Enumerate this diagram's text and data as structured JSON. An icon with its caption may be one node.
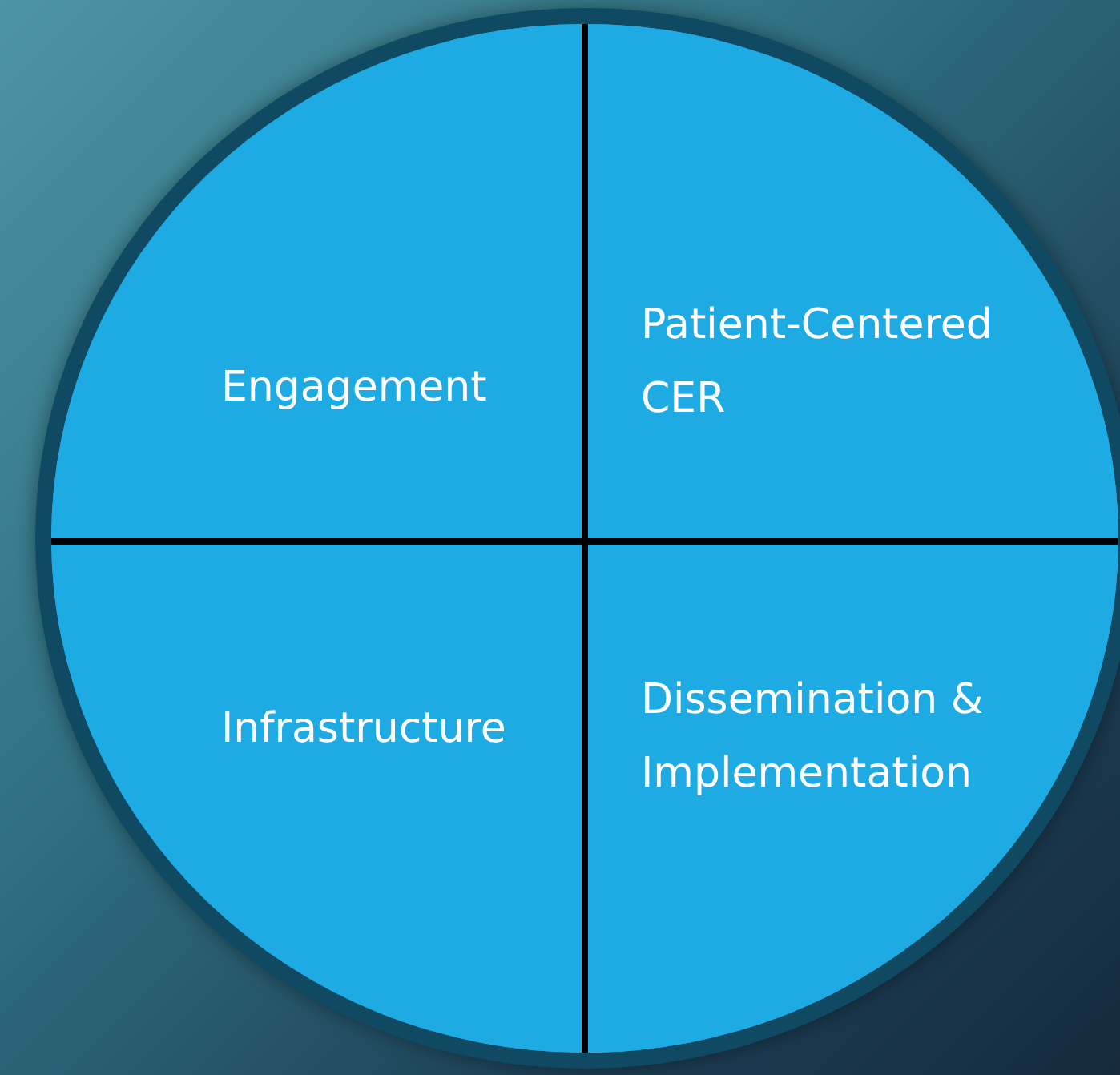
{
  "diagram": {
    "nodes": [
      {
        "text": [],
        "shape": "circle"
      },
      {
        "text": [
          "Engagement"
        ],
        "in": 0
      },
      {
        "text": [
          "Patient-Centered CER"
        ],
        "in": 0
      },
      {
        "text": [
          "Infrastructure"
        ],
        "in": 0
      },
      {
        "text": [
          "Dissemination & Implementation"
        ],
        "in": 0
      }
    ],
    "edges": []
  }
}
